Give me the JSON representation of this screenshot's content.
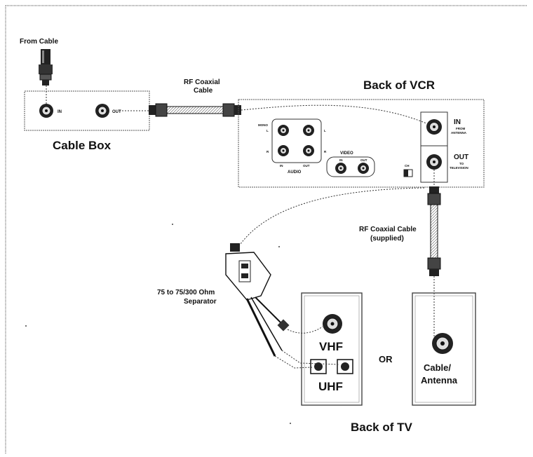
{
  "cable_source": {
    "label": "From Cable"
  },
  "cable_box": {
    "title": "Cable Box",
    "in_label": "IN",
    "out_label": "OUT"
  },
  "rf_cable_top": {
    "line1": "RF Coaxial",
    "line2": "Cable"
  },
  "vcr": {
    "title": "Back of VCR",
    "mono_label": "MONO",
    "audio_label": "AUDIO",
    "l_label": "L",
    "r_label": "R",
    "in_label": "IN",
    "out_label": "OUT",
    "video_label": "VIDEO",
    "video_in": "IN",
    "video_out": "OUT",
    "ch_label": "CH",
    "ant_in": "IN",
    "ant_in_sub1": "FROM",
    "ant_in_sub2": "ANTENNA",
    "ant_out": "OUT",
    "ant_out_sub1": "TO",
    "ant_out_sub2": "TELEVISION"
  },
  "rf_cable_supplied": {
    "line1": "RF Coaxial Cable",
    "line2": "(supplied)"
  },
  "separator": {
    "line1": "75 to 75/300 Ohm",
    "line2": "Separator"
  },
  "tv": {
    "title": "Back of TV",
    "vhf": "VHF",
    "uhf": "UHF",
    "or": "OR",
    "cable_antenna_1": "Cable/",
    "cable_antenna_2": "Antenna"
  }
}
